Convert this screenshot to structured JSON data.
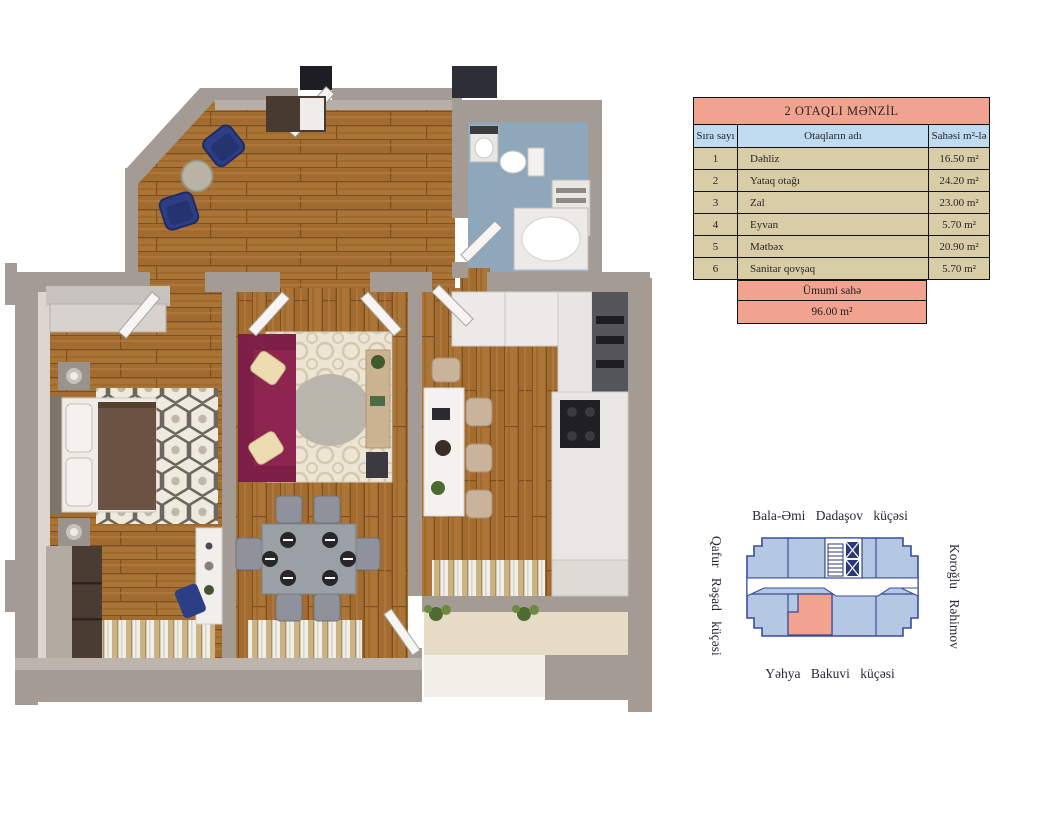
{
  "table": {
    "title": "2 OTAQLI MƏNZİL",
    "columns": [
      "Sıra sayı",
      "Otaqların adı",
      "Sahəsi m²-lə"
    ],
    "rows": [
      {
        "no": "1",
        "name": "Dəhliz",
        "area": "16.50 m²"
      },
      {
        "no": "2",
        "name": "Yataq otağı",
        "area": "24.20 m²"
      },
      {
        "no": "3",
        "name": "Zal",
        "area": "23.00 m²"
      },
      {
        "no": "4",
        "name": "Eyvan",
        "area": "5.70 m²"
      },
      {
        "no": "5",
        "name": "Mətbəx",
        "area": "20.90 m²"
      },
      {
        "no": "6",
        "name": "Sanitar qovşaq",
        "area": "5.70 m²"
      }
    ],
    "footer_label": "Ümumi sahə",
    "footer_value": "96.00 m²",
    "colors": {
      "title_bg": "#f2a38f",
      "header_bg": "#c0daf0",
      "row_bg": "#d9cda7"
    }
  },
  "site_map": {
    "street_top": "Bala-Əmi Dadaşov küçəsi",
    "street_bottom": "Yəhya Bakuvi küçəsi",
    "street_left": "Qafur Rəşad küçəsi",
    "street_right": "Koroğlu Rəhimov",
    "colors": {
      "building_fill": "#b5c8e3",
      "outline": "#3a4c9b",
      "highlighted_unit": "#f2a28f",
      "core": "#2b3878"
    }
  }
}
